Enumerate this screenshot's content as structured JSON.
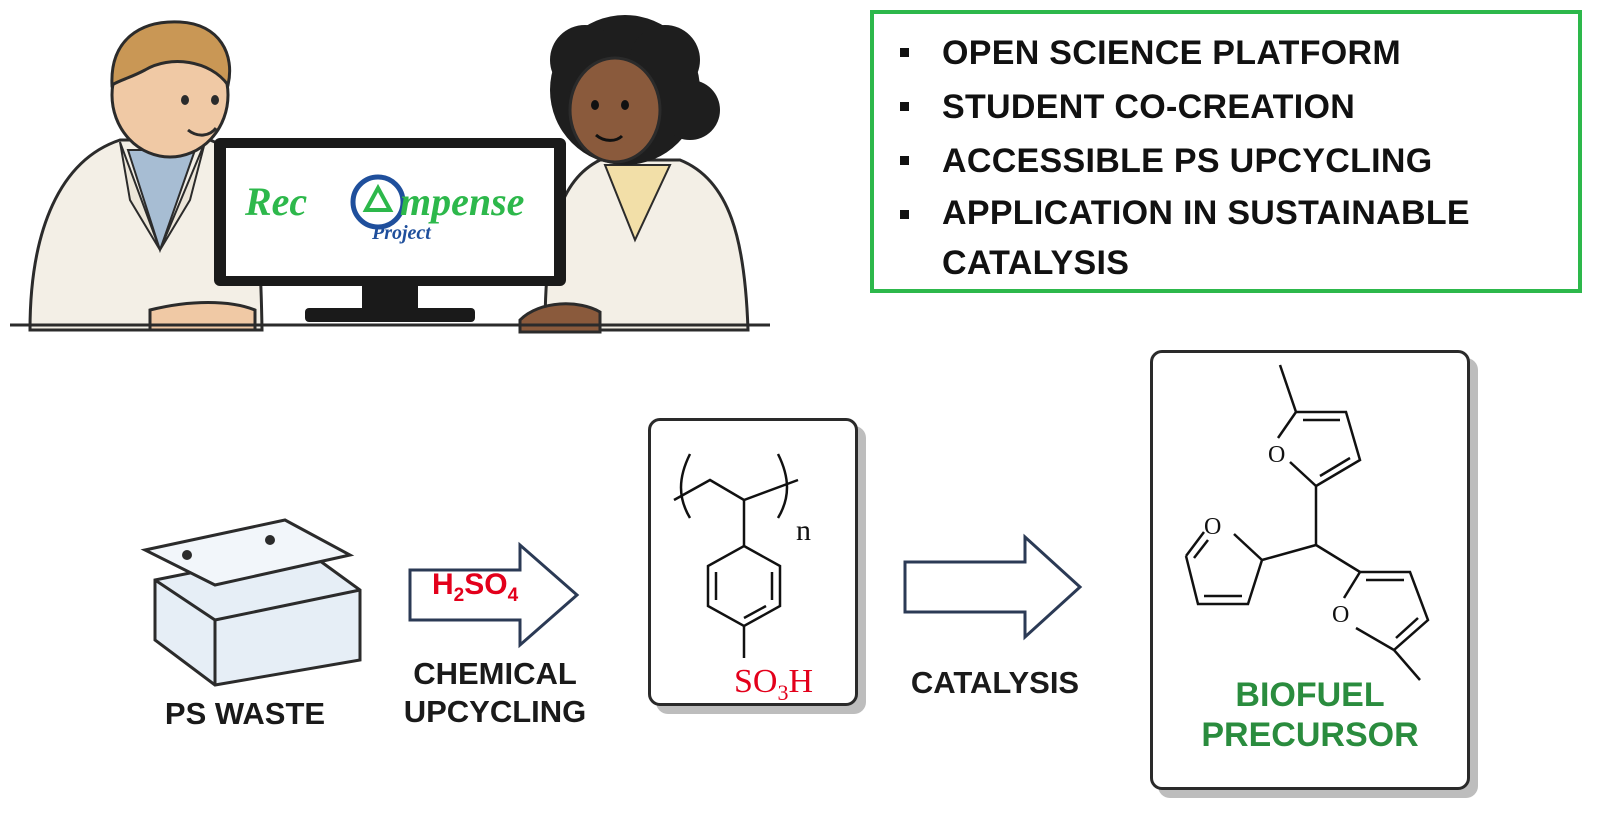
{
  "bullets": [
    "OPEN SCIENCE PLATFORM",
    "STUDENT CO-CREATION",
    "ACCESSIBLE PS UPCYCLING",
    "APPLICATION IN SUSTAINABLE CATALYSIS"
  ],
  "monitor_logo": {
    "part1": "Rec",
    "part2": "mpense",
    "subtitle": "Project"
  },
  "steps": {
    "waste_label": "PS WASTE",
    "reagent_main": "H",
    "reagent_sub1": "2",
    "reagent_mid": "SO",
    "reagent_sub2": "4",
    "upcycling_line1": "CHEMICAL",
    "upcycling_line2": "UPCYCLING",
    "catalysis_label": "CATALYSIS",
    "product_line1": "BIOFUEL",
    "product_line2": "PRECURSOR"
  },
  "polymer": {
    "repeat_index": "n",
    "group_main": "SO",
    "group_sub": "3",
    "group_end": "H"
  },
  "product_atoms": {
    "oxygen": "O"
  },
  "colors": {
    "frame_green": "#2db84b",
    "reagent_red": "#e3001b",
    "product_green": "#2a8c3e"
  }
}
